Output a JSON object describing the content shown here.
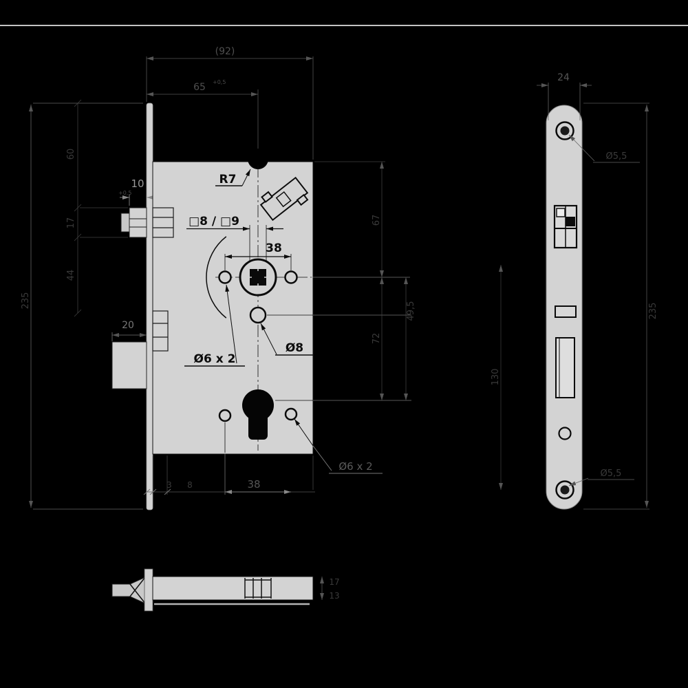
{
  "drawing": {
    "subject": "mortise-lock-technical-drawing",
    "colors": {
      "background": "#000000",
      "body_fill": "#d3d3d3",
      "ink_on_body": "#0c0c0c",
      "dim_gray": "#8a8a8a",
      "faint_gray": "#555555"
    }
  },
  "front_view": {
    "case_depth_label": "(92)",
    "backset_label": "65",
    "backset_tolerance": "+0,5",
    "latch_projection_label": "10",
    "latch_tolerance": "+0,5",
    "radius_label": "R7",
    "spindle_label": "□8 / □9",
    "hole_spacing_label": "38",
    "handle_holes_label": "Ø6 x 2",
    "center_hole_label": "Ø8",
    "cylinder_holes_label": "Ø6 x 2",
    "deadbolt_throw_label": "20",
    "left_dims": {
      "d1": "60",
      "d2": "17",
      "d3": "44",
      "plate_length": "235"
    },
    "right_dims": {
      "d1": "67",
      "d2": "72",
      "d3": "49,5"
    },
    "bottom_dims": {
      "plate_thickness": "3",
      "case_offset": "8",
      "hole_spacing": "38"
    }
  },
  "faceplate_view": {
    "width_label": "24",
    "top_screw_label": "Ø5,5",
    "bottom_screw_label": "Ø5,5",
    "length_label": "235",
    "inner_dim_label": "130"
  },
  "bottom_view": {
    "case_thickness_label": "17",
    "hub_width_label": "13"
  }
}
